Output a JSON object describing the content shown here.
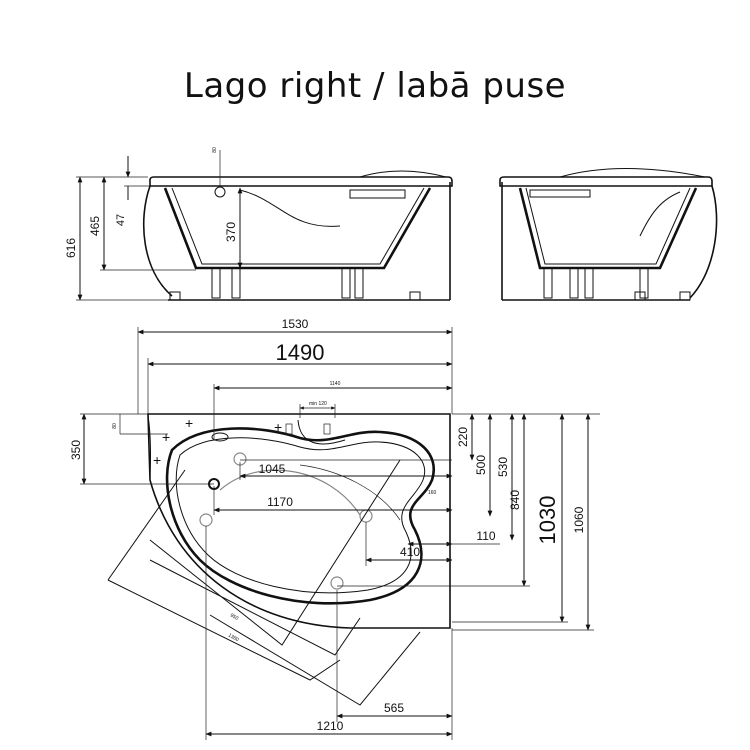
{
  "title": "Lago right / labā puse",
  "elevation_front": {
    "total_height": "616",
    "rim_height": "465",
    "rim_thickness": "47",
    "basin_depth": "370",
    "overflow_label": "80"
  },
  "plan": {
    "width_overall": "1530",
    "width_inner": "1490",
    "width_small": "1140",
    "min_label": "min 120",
    "left_depth": "350",
    "top_offset_label": "80",
    "right_220": "220",
    "right_500": "500",
    "right_530": "530",
    "right_840": "840",
    "right_1030": "1030",
    "right_1060": "1060",
    "d1045": "1045",
    "d1170": "1170",
    "d110": "110",
    "d410": "410",
    "d565": "565",
    "d1210": "1210",
    "d160": "160",
    "diag_a": "950",
    "diag_b": "1380"
  }
}
